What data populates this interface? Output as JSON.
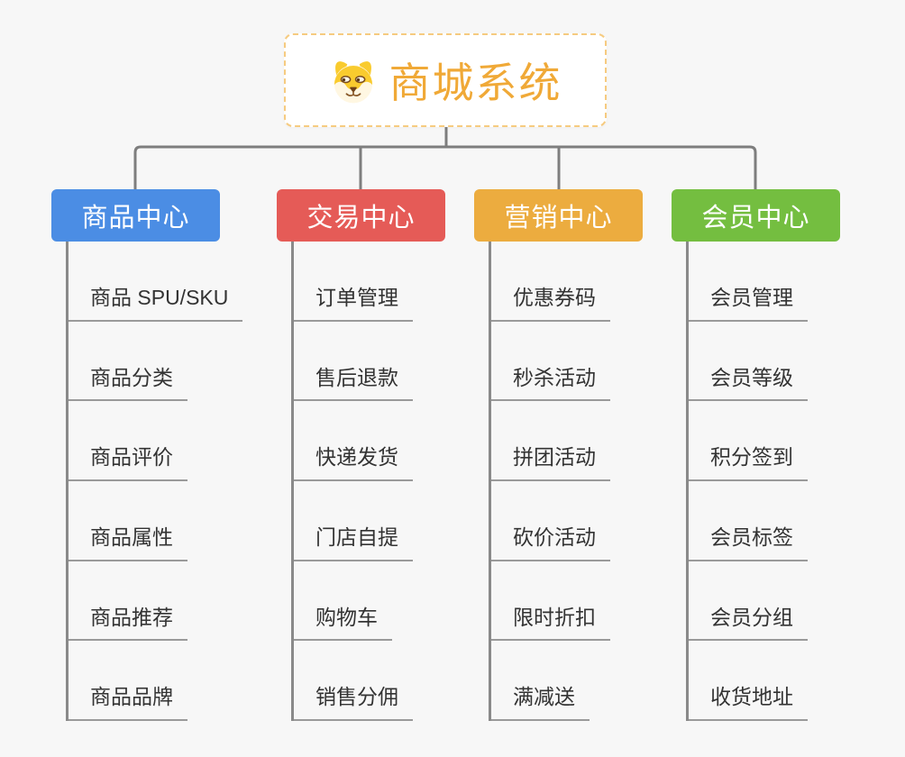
{
  "page": {
    "background_color": "#F7F7F7",
    "connector_color": "#7E7E7E",
    "underline_color": "#9A9A9A"
  },
  "root": {
    "title": "商城系统",
    "icon": "doge-icon",
    "text_color": "#F0A937",
    "border_color": "#F6CB80",
    "background_color": "#FFFFFF"
  },
  "branches": [
    {
      "label": "商品中心",
      "color": "#4B8DE4",
      "children": [
        "商品 SPU/SKU",
        "商品分类",
        "商品评价",
        "商品属性",
        "商品推荐",
        "商品品牌"
      ]
    },
    {
      "label": "交易中心",
      "color": "#E55B57",
      "children": [
        "订单管理",
        "售后退款",
        "快递发货",
        "门店自提",
        "购物车",
        "销售分佣"
      ]
    },
    {
      "label": "营销中心",
      "color": "#ECAC3F",
      "children": [
        "优惠券码",
        "秒杀活动",
        "拼团活动",
        "砍价活动",
        "限时折扣",
        "满减送"
      ]
    },
    {
      "label": "会员中心",
      "color": "#74BE40",
      "children": [
        "会员管理",
        "会员等级",
        "积分签到",
        "会员标签",
        "会员分组",
        "收货地址"
      ]
    }
  ]
}
